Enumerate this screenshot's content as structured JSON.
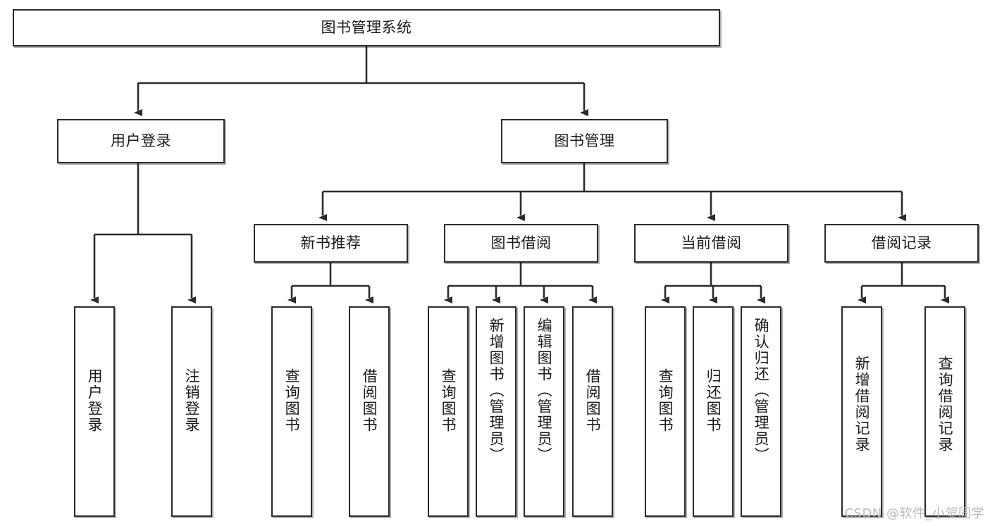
{
  "diagram": {
    "title": "图书管理系统",
    "watermark": "CSDN @软件_小贺同学",
    "line_color": "#2b2b2b",
    "box_fill": "#ffffff",
    "text_color": "#1a1a1a",
    "watermark_color": "#b9b9b9",
    "type": "tree-hierarchy",
    "root": {
      "label": "图书管理系统"
    },
    "level2": [
      {
        "label": "用户登录"
      },
      {
        "label": "图书管理"
      }
    ],
    "level3": [
      {
        "label": "新书推荐"
      },
      {
        "label": "图书借阅"
      },
      {
        "label": "当前借阅"
      },
      {
        "label": "借阅记录"
      }
    ],
    "leaves_user_login": [
      {
        "label": "用户登录"
      },
      {
        "label": "注销登录"
      }
    ],
    "leaves_new_book": [
      {
        "label": "查询图书"
      },
      {
        "label": "借阅图书"
      }
    ],
    "leaves_borrow": [
      {
        "label": "查询图书"
      },
      {
        "label": "新增图书（管理员）"
      },
      {
        "label": "编辑图书（管理员）"
      },
      {
        "label": "借阅图书"
      }
    ],
    "leaves_current": [
      {
        "label": "查询图书"
      },
      {
        "label": "归还图书"
      },
      {
        "label": "确认归还（管理员）"
      }
    ],
    "leaves_records": [
      {
        "label": "新增借阅记录"
      },
      {
        "label": "查询借阅记录"
      }
    ]
  }
}
